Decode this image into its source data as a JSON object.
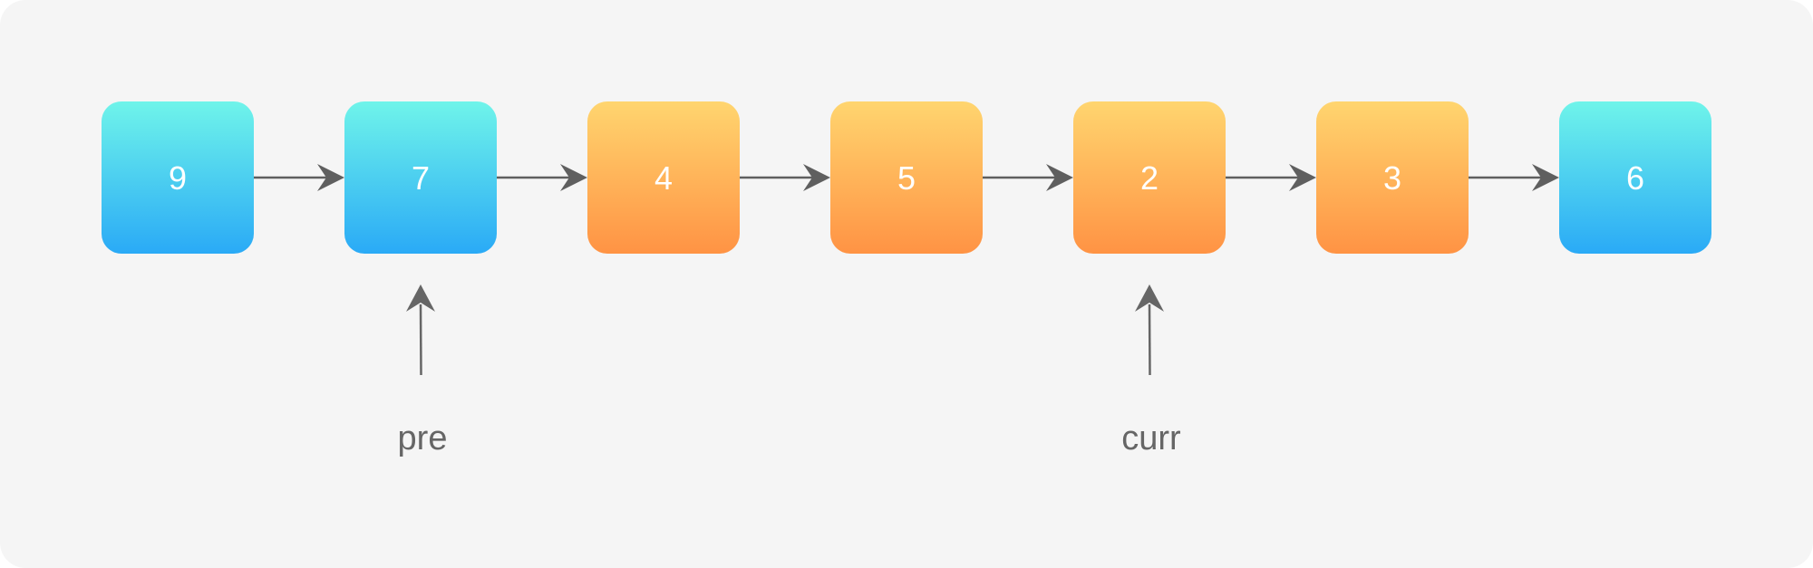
{
  "diagram": {
    "nodes": [
      {
        "value": "9",
        "style": "blue"
      },
      {
        "value": "7",
        "style": "blue"
      },
      {
        "value": "4",
        "style": "orange"
      },
      {
        "value": "5",
        "style": "orange"
      },
      {
        "value": "2",
        "style": "orange"
      },
      {
        "value": "3",
        "style": "orange"
      },
      {
        "value": "6",
        "style": "blue"
      }
    ],
    "pointers": [
      {
        "label": "pre",
        "target_index": 1
      },
      {
        "label": "curr",
        "target_index": 4
      }
    ],
    "colors": {
      "background": "#f5f5f5",
      "blue_top": "#6ff4ea",
      "blue_bottom": "#2aaaf6",
      "orange_top": "#ffd56f",
      "orange_bottom": "#ff9344",
      "arrow": "#5f5f5f",
      "pointer_arrow": "#666666"
    }
  }
}
